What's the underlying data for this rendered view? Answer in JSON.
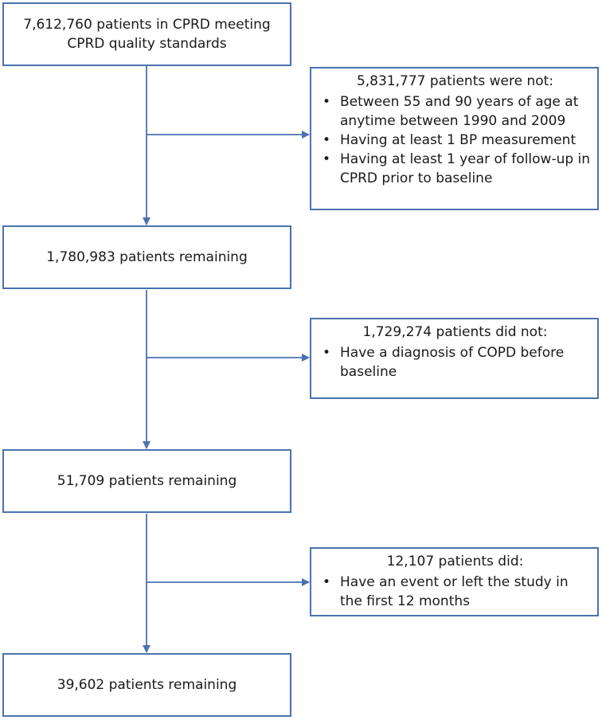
{
  "boxes": {
    "start": "7,612,760 patients in CPRD meeting CPRD quality standards",
    "remaining_1": "1,780,983 patients remaining",
    "remaining_2": "51,709 patients remaining",
    "remaining_3": "39,602 patients remaining"
  },
  "exclusions": [
    {
      "heading": "5,831,777 patients were not:",
      "items": [
        "Between 55 and 90 years of age at anytime between 1990 and 2009",
        "Having at least 1 BP measurement",
        "Having at least 1 year of follow-up in CPRD prior to baseline"
      ]
    },
    {
      "heading": "1,729,274 patients did not:",
      "items": [
        "Have a diagnosis of COPD before baseline"
      ]
    },
    {
      "heading": "12,107 patients did:",
      "items": [
        "Have an event or left the study in the first 12 months"
      ]
    }
  ],
  "colors": {
    "line": "#4a72b0",
    "border": "#4a72b0"
  }
}
